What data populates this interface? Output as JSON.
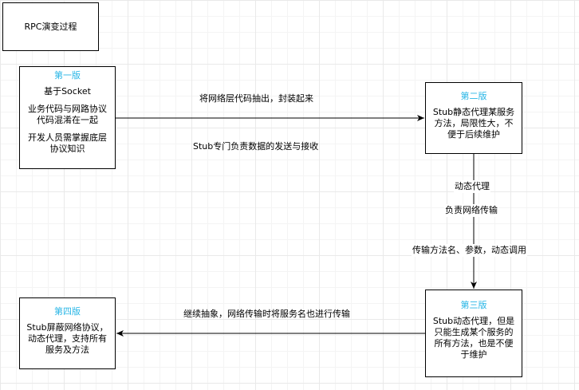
{
  "title_box": "RPC演变过程",
  "v1": {
    "title": "第一版",
    "lines": [
      "基于Socket",
      "业务代码与网路协议\n代码混淆在一起",
      "开发人员需掌握底层\n协议知识"
    ]
  },
  "v2": {
    "title": "第二版",
    "text": "Stub静态代理某服务\n方法，局限性大，不\n便于后续维护"
  },
  "v3": {
    "title": "第三版",
    "text": "Stub动态代理，但是\n只能生成某个服务的\n所有方法，也是不便\n于维护"
  },
  "v4": {
    "title": "第四版",
    "text": "Stub屏蔽网络协议，\n动态代理，支持所有\n服务及方法"
  },
  "edges": {
    "e12_top": "将网络层代码抽出，封装起来",
    "e12_bottom": "Stub专门负责数据的发送与接收",
    "e23_a": "动态代理",
    "e23_b": "负责网络传输",
    "e23_c": "传输方法名、参数，动态调用",
    "e34": "继续抽象，网络传输时将服务名也进行传输"
  }
}
